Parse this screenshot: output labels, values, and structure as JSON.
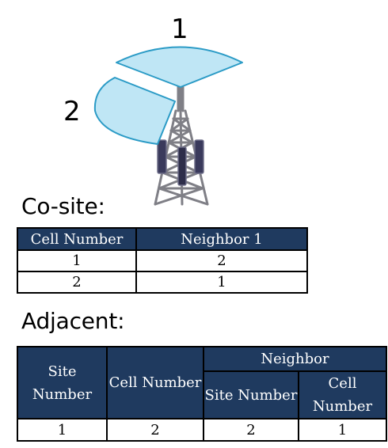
{
  "figure": {
    "sector_labels": [
      "1",
      "2"
    ],
    "sector_color": "#bfe6f5",
    "sector_outline": "#2b9bc6",
    "tower_color": "#7f7f86",
    "antenna_color": "#3a3a5c",
    "icons": [
      "cell-tower-icon",
      "sector-1-coverage",
      "sector-2-coverage"
    ]
  },
  "cosite": {
    "heading": "Co-site:",
    "columns": [
      "Cell Number",
      "Neighbor 1"
    ],
    "rows": [
      [
        "1",
        "2"
      ],
      [
        "2",
        "1"
      ]
    ]
  },
  "adjacent": {
    "heading": "Adjacent:",
    "col_site_number": "Site Number",
    "col_cell_number": "Cell Number",
    "group_neighbor": "Neighbor",
    "sub_site_number": "Site Number",
    "sub_cell_number": "Cell Number",
    "rows": [
      [
        "1",
        "2",
        "2",
        "1"
      ]
    ]
  },
  "colors": {
    "header_fill": "#1f3a5f",
    "header_text": "#ffffff"
  }
}
